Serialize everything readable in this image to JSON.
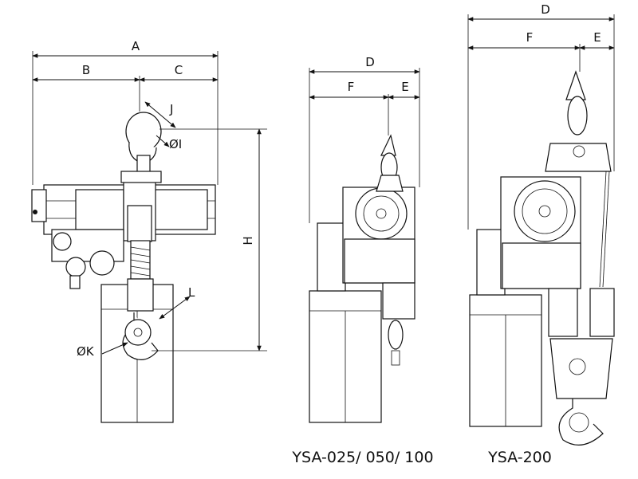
{
  "dimensions": {
    "A": "A",
    "B": "B",
    "C": "C",
    "D": "D",
    "E": "E",
    "F": "F",
    "H": "H",
    "I": "ØI",
    "J": "J",
    "K": "ØK",
    "L": "L"
  },
  "captions": {
    "model_small": "YSA-025/ 050/ 100",
    "model_large": "YSA-200"
  }
}
